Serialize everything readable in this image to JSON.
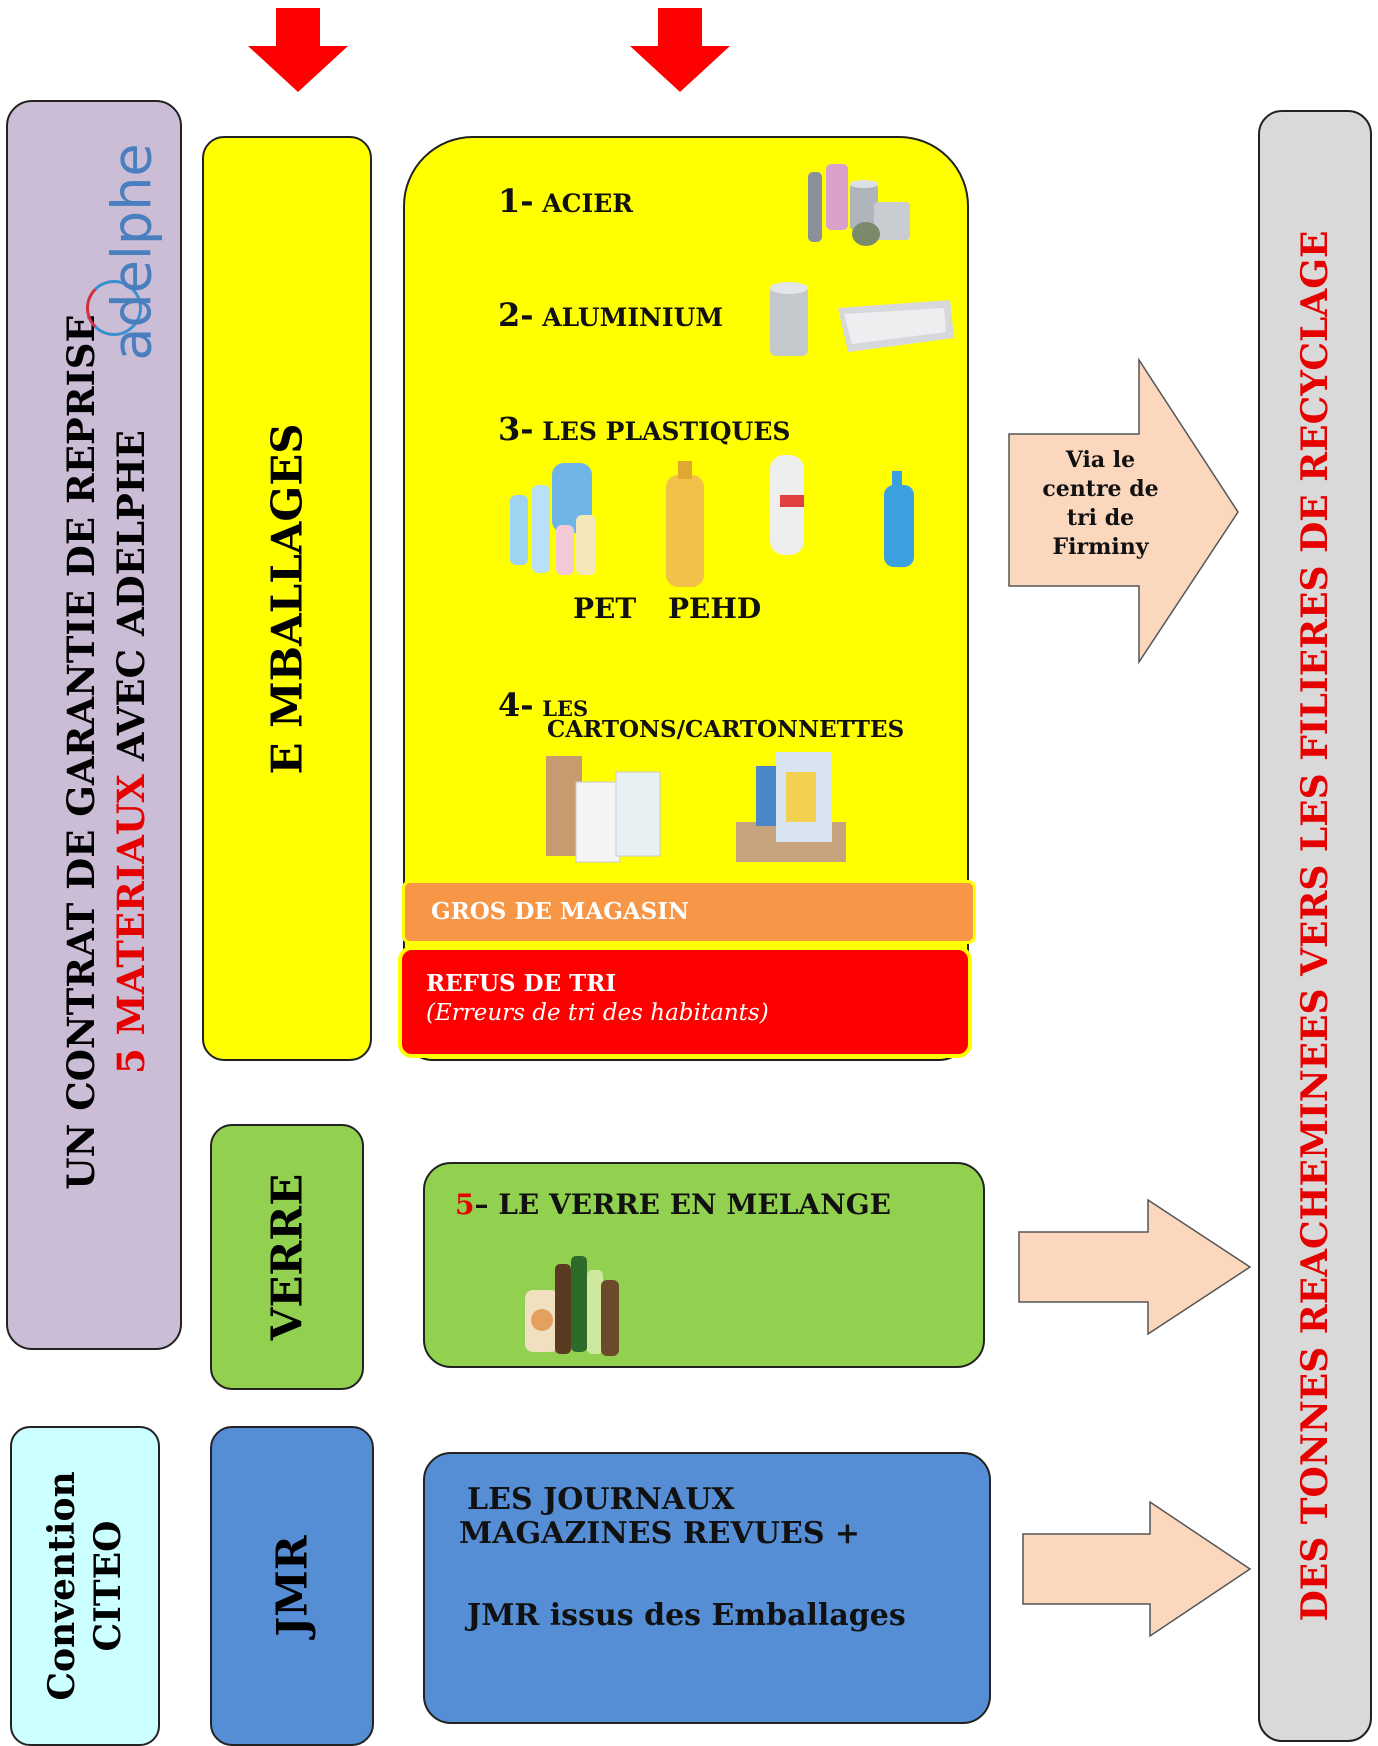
{
  "left_panel": {
    "line1": "UN CONTRAT DE GARANTIE DE REPRISE",
    "line2_number": "5",
    "line2_highlight": "MATERIAUX",
    "line2_rest": "AVEC ADELPHE",
    "logo_text": "adelphe",
    "bg_color": "#cbbdd6"
  },
  "convention": {
    "line1": "Convention",
    "line2": "CITEO",
    "bg_color": "#ccffff"
  },
  "columns": {
    "emballages": {
      "label": "E MBALLAGES",
      "bg_color": "#ffff00"
    },
    "verre": {
      "label": "VERRE",
      "bg_color": "#92d050"
    },
    "jmr": {
      "label": "JMR",
      "bg_color": "#558ed5"
    }
  },
  "materials": {
    "acier": {
      "num": "1-",
      "label": "ACIER"
    },
    "aluminium": {
      "num": "2-",
      "label": "ALUMINIUM"
    },
    "plastiques": {
      "num": "3-",
      "label": "LES PLASTIQUES",
      "pet": "PET",
      "pehd": "PEHD"
    },
    "cartons": {
      "num": "4-",
      "label_line1": "LES",
      "label_line2": "CARTONS/CARTONNETTES"
    }
  },
  "gros_magasin": {
    "label": "GROS DE MAGASIN",
    "bg_color": "#f79646"
  },
  "refus_tri": {
    "title": "REFUS DE TRI",
    "subtitle": "(Erreurs de tri des habitants)",
    "bg_color": "#ff0000"
  },
  "verre_box": {
    "num": "5",
    "label": "– LE VERRE EN MELANGE"
  },
  "jmr_box": {
    "line1": "LES JOURNAUX",
    "line2": "MAGAZINES REVUES +",
    "line3": "JMR issus des Emballages"
  },
  "via_arrow": {
    "line1": "Via le",
    "line2": "centre de",
    "line3": "tri de",
    "line4": "Firminy",
    "fill_color": "#fad7bd"
  },
  "right_panel": {
    "label": "DES TONNES REACHEMINEES VERS LES FILIERES DE RECYCLAGE",
    "text_color": "#e60000",
    "bg_color": "#d9d9d9"
  },
  "icons": [
    "down-arrow-icon",
    "adelphe-logo",
    "steel-packaging-icon",
    "aluminium-packaging-icon",
    "plastic-bottles-icon",
    "carton-packaging-icon",
    "glass-bottles-icon",
    "right-arrow-icon"
  ]
}
